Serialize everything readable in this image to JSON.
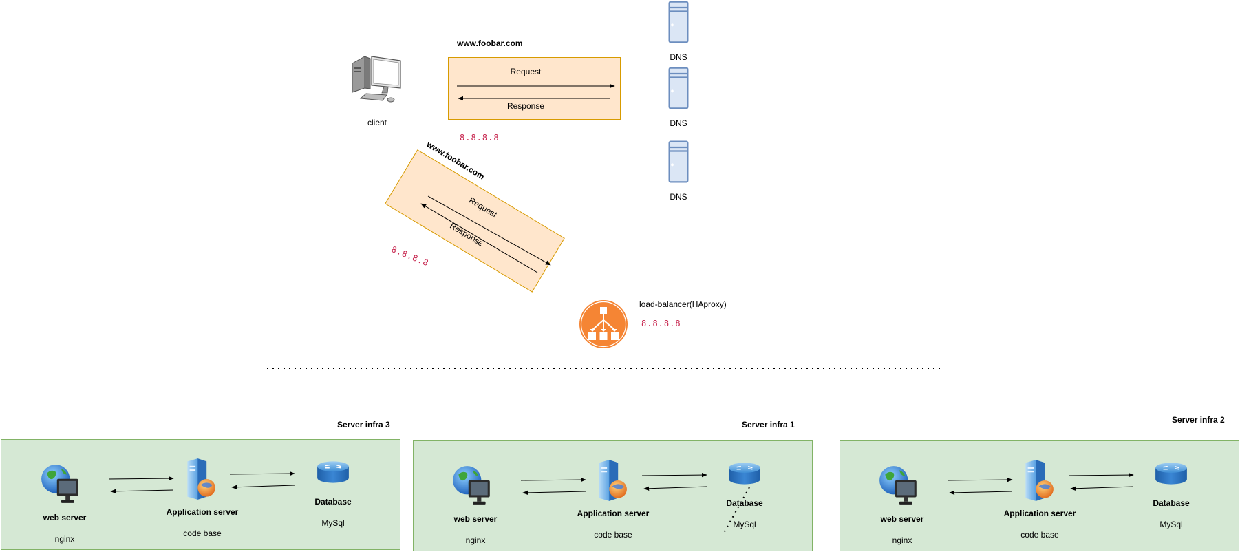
{
  "top": {
    "client_label": "client",
    "domain_label": "www.foobar.com",
    "request_label": "Request",
    "response_label": "Response",
    "ip_label": "8.8.8.8",
    "dns_labels": [
      "DNS",
      "DNS",
      "DNS"
    ]
  },
  "middle": {
    "domain_label": "www.foobar.com",
    "request_label": "Request",
    "response_label": "Response",
    "ip_label": "8.8.8.8"
  },
  "load_balancer": {
    "label": "load-balancer(HAproxy)",
    "ip_label": "8.8.8.8"
  },
  "infra": [
    {
      "title": "Server infra 3",
      "web_server": "web server",
      "web_sub": "nginx",
      "app_server": "Application server",
      "app_sub": "code base",
      "database": "Database",
      "db_sub": "MySql"
    },
    {
      "title": "Server infra 1",
      "web_server": "web server",
      "web_sub": "nginx",
      "app_server": "Application server",
      "app_sub": "code base",
      "database": "Database",
      "db_sub": "MySql"
    },
    {
      "title": "Server infra 2",
      "web_server": "web server",
      "web_sub": "nginx",
      "app_server": "Application server",
      "app_sub": "code base",
      "database": "Database",
      "db_sub": "MySql"
    }
  ],
  "colors": {
    "orange_fill": "#ffe6cc",
    "orange_stroke": "#d79b00",
    "green_fill": "#d5e8d4",
    "green_stroke": "#82b366",
    "ip_text": "#c7254e",
    "lb_orange": "#f58534",
    "dns_blue": "#6c8ebf"
  }
}
